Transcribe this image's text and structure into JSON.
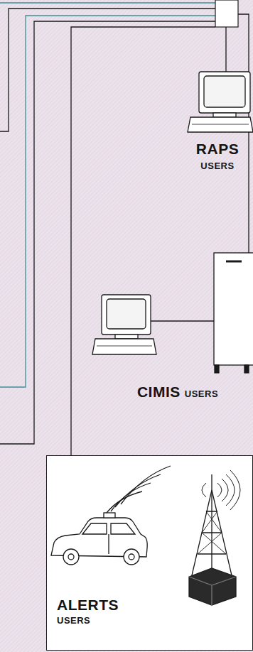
{
  "diagram": {
    "nodes": [
      {
        "text": [
          "RAPS",
          "USERS"
        ]
      },
      {
        "text": [
          "CIMIS",
          "USERS"
        ]
      },
      {
        "text": [
          "ALERTS",
          "USERS"
        ]
      }
    ]
  }
}
